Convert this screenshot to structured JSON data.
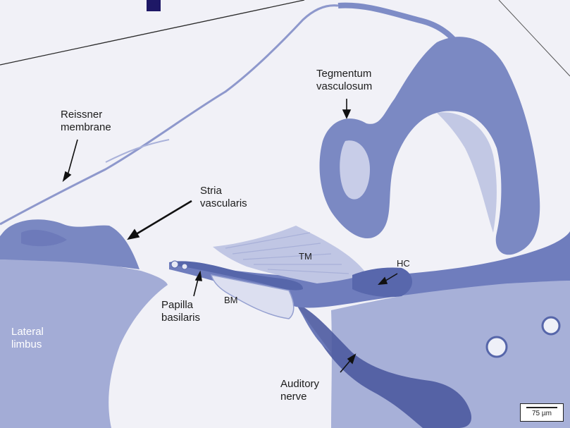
{
  "labels": {
    "reissner": [
      "Reissner",
      "membrane"
    ],
    "tegmentum": [
      "Tegmentum",
      "vasculosum"
    ],
    "stria": [
      "Stria",
      "vascularis"
    ],
    "tm": "TM",
    "hc": "HC",
    "bm": "BM",
    "papilla": [
      "Papilla",
      "basilaris"
    ],
    "lateral_limbus": [
      "Lateral",
      "limbus"
    ],
    "auditory_nerve": [
      "Auditory",
      "nerve"
    ]
  },
  "scale_bar": {
    "label": "75 µm"
  },
  "colors": {
    "background": "#f1f1f7",
    "tissue_light": "#a9b2d9",
    "tissue_mid": "#7e8cc6",
    "tissue_dark": "#5a68ad",
    "nerve": "#4c5aa0"
  }
}
